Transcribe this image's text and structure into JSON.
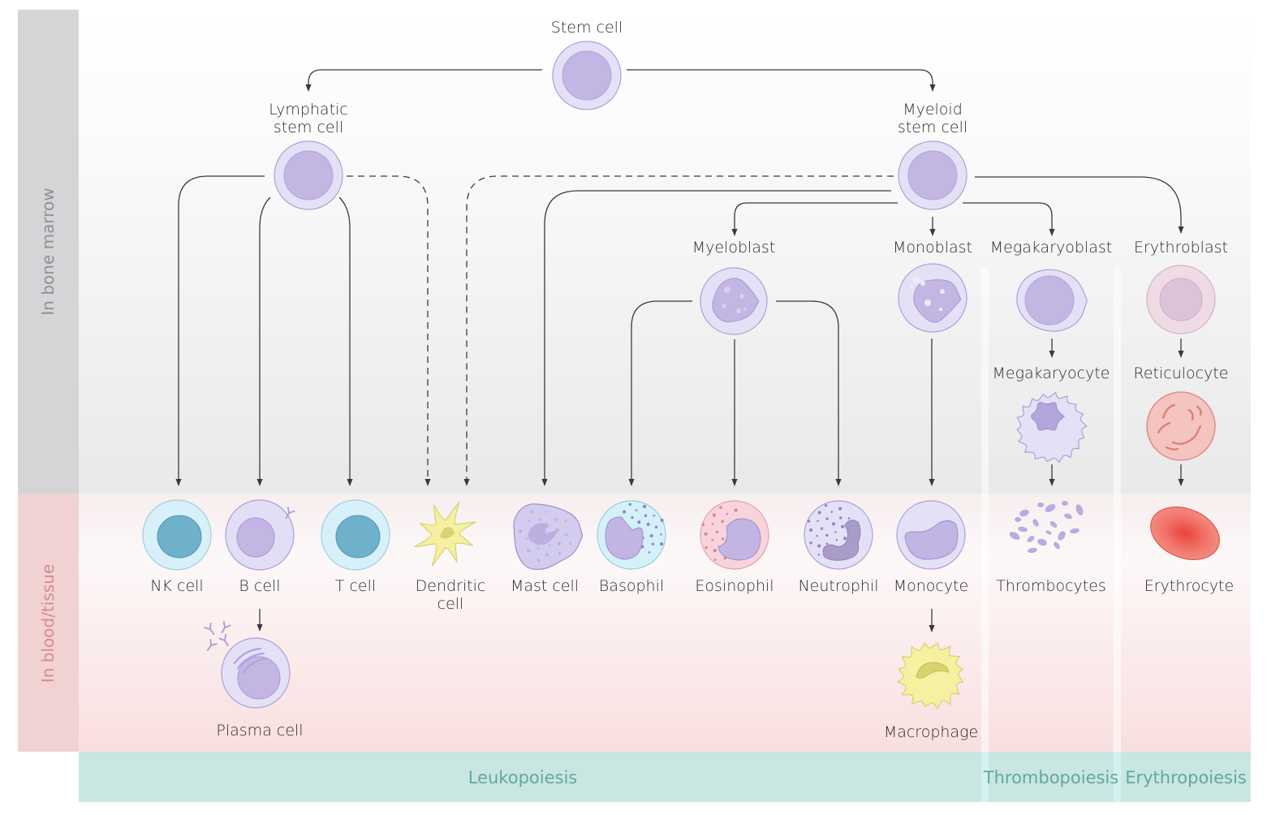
{
  "side_labels": {
    "bone_marrow": "In bone marrow",
    "blood_tissue": "In blood/tissue"
  },
  "footer_labels": {
    "leukopoiesis": "Leukopoiesis",
    "thrombopoiesis": "Thrombopoiesis",
    "erythropoiesis": "Erythropoiesis"
  },
  "colors": {
    "bone_marrow_band": "#d4d5d7",
    "blood_band": "#f0d2d3",
    "footer": "#c9e6e2",
    "footer_text": "#5fa9a0",
    "blood_text": "#d98a8e",
    "marrow_text": "#8f9093",
    "cell_purple": "#c9bde6",
    "cell_blue": "#d6eef8",
    "cell_yellow": "#f6f1a1",
    "cell_pink": "#f8d3da",
    "cell_red": "#f17a6f"
  },
  "nodes": [
    {
      "id": "stem",
      "label": [
        "Stem cell"
      ],
      "type": "stem"
    },
    {
      "id": "lymph",
      "label": [
        "Lymphatic",
        "stem cell"
      ],
      "type": "stem"
    },
    {
      "id": "myeloid",
      "label": [
        "Myeloid",
        "stem cell"
      ],
      "type": "stem"
    },
    {
      "id": "myeloblast",
      "label": [
        "Myeloblast"
      ],
      "type": "myeloblast"
    },
    {
      "id": "monoblast",
      "label": [
        "Monoblast"
      ],
      "type": "monoblast"
    },
    {
      "id": "megakaryoblast",
      "label": [
        "Megakaryoblast"
      ],
      "type": "megakaryoblast"
    },
    {
      "id": "erythroblast",
      "label": [
        "Erythroblast"
      ],
      "type": "erythroblast"
    },
    {
      "id": "megakaryocyte",
      "label": [
        "Megakaryocyte"
      ],
      "type": "megakaryocyte"
    },
    {
      "id": "reticulocyte",
      "label": [
        "Reticulocyte"
      ],
      "type": "reticulocyte"
    },
    {
      "id": "nk",
      "label": [
        "NK cell"
      ],
      "type": "lymphocyte-blue"
    },
    {
      "id": "bcell",
      "label": [
        "B cell"
      ],
      "type": "bcell"
    },
    {
      "id": "tcell",
      "label": [
        "T cell"
      ],
      "type": "lymphocyte-blue"
    },
    {
      "id": "dendritic",
      "label": [
        "Dendritic",
        "cell"
      ],
      "type": "dendritic"
    },
    {
      "id": "mast",
      "label": [
        "Mast cell"
      ],
      "type": "mast"
    },
    {
      "id": "basophil",
      "label": [
        "Basophil"
      ],
      "type": "basophil"
    },
    {
      "id": "eosinophil",
      "label": [
        "Eosinophil"
      ],
      "type": "eosinophil"
    },
    {
      "id": "neutrophil",
      "label": [
        "Neutrophil"
      ],
      "type": "neutrophil"
    },
    {
      "id": "monocyte",
      "label": [
        "Monocyte"
      ],
      "type": "monocyte"
    },
    {
      "id": "thrombocytes",
      "label": [
        "Thrombocytes"
      ],
      "type": "platelets"
    },
    {
      "id": "erythrocyte",
      "label": [
        "Erythrocyte"
      ],
      "type": "erythrocyte"
    },
    {
      "id": "plasma",
      "label": [
        "Plasma cell"
      ],
      "type": "plasma"
    },
    {
      "id": "macrophage",
      "label": [
        "Macrophage"
      ],
      "type": "macrophage"
    }
  ],
  "edges": [
    {
      "from": "stem",
      "to": "lymph",
      "style": "solid"
    },
    {
      "from": "stem",
      "to": "myeloid",
      "style": "solid"
    },
    {
      "from": "lymph",
      "to": "nk",
      "style": "solid"
    },
    {
      "from": "lymph",
      "to": "bcell",
      "style": "solid"
    },
    {
      "from": "lymph",
      "to": "tcell",
      "style": "solid"
    },
    {
      "from": "lymph",
      "to": "dendritic",
      "style": "dashed"
    },
    {
      "from": "myeloid",
      "to": "dendritic",
      "style": "dashed"
    },
    {
      "from": "myeloid",
      "to": "mast",
      "style": "solid"
    },
    {
      "from": "myeloid",
      "to": "myeloblast",
      "style": "solid"
    },
    {
      "from": "myeloid",
      "to": "monoblast",
      "style": "solid"
    },
    {
      "from": "myeloid",
      "to": "megakaryoblast",
      "style": "solid"
    },
    {
      "from": "myeloid",
      "to": "erythroblast",
      "style": "solid"
    },
    {
      "from": "myeloblast",
      "to": "basophil",
      "style": "solid"
    },
    {
      "from": "myeloblast",
      "to": "eosinophil",
      "style": "solid"
    },
    {
      "from": "myeloblast",
      "to": "neutrophil",
      "style": "solid"
    },
    {
      "from": "monoblast",
      "to": "monocyte",
      "style": "solid"
    },
    {
      "from": "megakaryoblast",
      "to": "megakaryocyte",
      "style": "solid"
    },
    {
      "from": "megakaryocyte",
      "to": "thrombocytes",
      "style": "solid"
    },
    {
      "from": "erythroblast",
      "to": "reticulocyte",
      "style": "solid"
    },
    {
      "from": "reticulocyte",
      "to": "erythrocyte",
      "style": "solid"
    },
    {
      "from": "bcell",
      "to": "plasma",
      "style": "solid"
    },
    {
      "from": "monocyte",
      "to": "macrophage",
      "style": "solid"
    }
  ]
}
